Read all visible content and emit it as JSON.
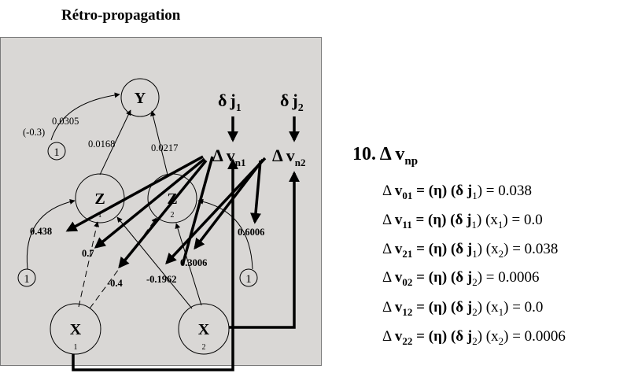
{
  "title": "Rétro-propagation",
  "nodes": {
    "y": "Y",
    "z1": {
      "label": "Z",
      "index": "1"
    },
    "z2": {
      "label": "Z",
      "index": "2"
    },
    "x1": {
      "label": "X",
      "index": "1"
    },
    "x2": {
      "label": "X",
      "index": "2"
    },
    "bias_top": "1",
    "bias_left": "1",
    "bias_right": "1"
  },
  "weights": {
    "bias_y_init": "(-0.3)",
    "bias_y": "0.0305",
    "z1_y": "0.0168",
    "z2_y": "0.0217",
    "bias_z1": "0.438",
    "x1_z1": "0.7",
    "x1_z2": "-0.4",
    "x2_z1": "-0.1962",
    "x2_z2": "0.3006",
    "bias_z2": "0.6006"
  },
  "errors": {
    "delta_symbol": "δ",
    "j": "j",
    "j1_sub": "1",
    "j2_sub": "2",
    "big_delta": "Δ",
    "v": "v",
    "n1_sub": "n1",
    "n2_sub": "n2"
  },
  "step": {
    "number": "10.",
    "delta": "Δ",
    "v": "v",
    "sub": "np"
  },
  "formulas": [
    {
      "sub": "01",
      "rest": "= (η) (δ j",
      "j": "1",
      "x": "",
      "value": "= 0.038"
    },
    {
      "sub": "11",
      "rest": "= (η) (δ j",
      "j": "1",
      "x": "1",
      "value": "= 0.0"
    },
    {
      "sub": "21",
      "rest": "= (η) (δ j",
      "j": "1",
      "x": "2",
      "value": "= 0.038"
    },
    {
      "sub": "02",
      "rest": "= (η) (δ j",
      "j": "2",
      "x": "",
      "value": "= 0.0006"
    },
    {
      "sub": "12",
      "rest": "= (η) (δ j",
      "j": "2",
      "x": "1",
      "value": "= 0.0"
    },
    {
      "sub": "22",
      "rest": "= (η) (δ j",
      "j": "2",
      "x": "2",
      "value": "= 0.0006"
    }
  ],
  "formula_parts": {
    "delta": "Δ",
    "v": "v",
    "x": "x"
  }
}
